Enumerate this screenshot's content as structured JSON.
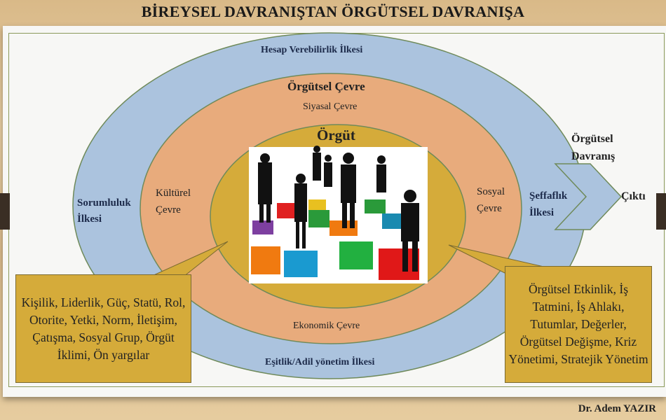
{
  "title": "BİREYSEL DAVRANIŞTAN ÖRGÜTSEL DAVRANIŞA",
  "outer_ring": {
    "top": "Hesap Verebilirlik İlkesi",
    "left_line1": "Sorumluluk",
    "left_line2": "İlkesi",
    "right_line1": "Şeffaflık",
    "right_line2": "İlkesi",
    "bottom": "Eşitlik/Adil yönetim İlkesi"
  },
  "middle_ring": {
    "title": "Örgütsel Çevre",
    "top": "Siyasal Çevre",
    "left_line1": "Kültürel",
    "left_line2": "Çevre",
    "right_line1": "Sosyal",
    "right_line2": "Çevre",
    "bottom": "Ekonomik Çevre"
  },
  "inner": {
    "title": "Örgüt"
  },
  "output": {
    "label_line1": "Örgütsel",
    "label_line2": "Davranış",
    "arrow_target": "Çıktı"
  },
  "left_callout": "Kişilik, Liderlik, Güç, Statü, Rol, Otorite, Yetki, Norm, İletişim, Çatışma, Sosyal Grup, Örgüt İklimi, Ön yargılar",
  "right_callout": "Örgütsel Etkinlik, İş Tatmini, İş Ahlakı, Tutumlar, Değerler, Örgütsel Değişme, Kriz Yönetimi, Stratejik Yönetim",
  "author": "Dr. Adem YAZIR",
  "colors": {
    "outer": "#abc3de",
    "middle": "#e8ab7c",
    "inner": "#d5ab3a",
    "callout": "#d5ab3a"
  }
}
